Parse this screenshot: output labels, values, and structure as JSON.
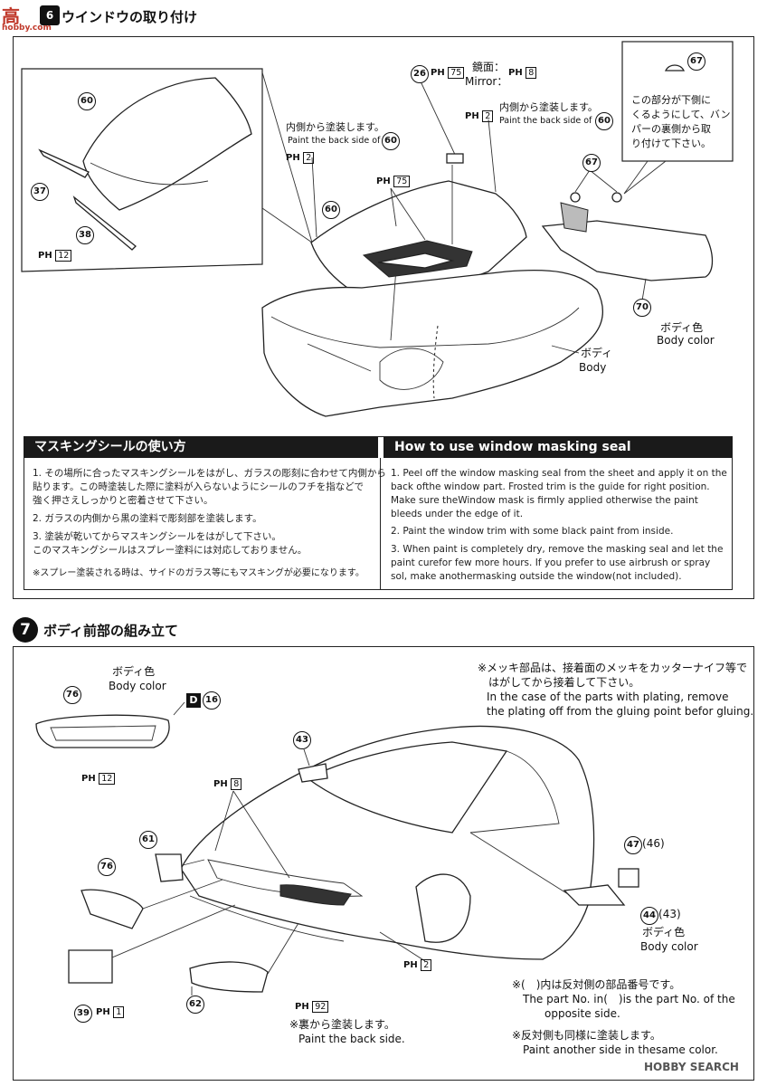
{
  "header": {
    "logo_text": "高",
    "logo_sub": "hobby.com",
    "step6_title": "ウインドウの取り付け",
    "step7_number": "7",
    "step7_title": "ボディ前部の組み立て"
  },
  "step6": {
    "inset_parts": {
      "p60": "60",
      "p37": "37",
      "p38": "38",
      "ph12": "12",
      "ph_prefix": "PH"
    },
    "p26": "26",
    "ph75_top": "75",
    "mirror_jp": "鏡面：",
    "mirror_en": "Mirror：",
    "ph8": "8",
    "back_side_jp_1": "内側から塗装します。",
    "back_side_en_1": "Paint the back side of",
    "p60_ref1": "60",
    "ph2_left": "2",
    "back_side_jp_2": "内側から塗装します。",
    "back_side_en_2": "Paint the back side of",
    "p60_ref2": "60",
    "ph2_right": "2",
    "ph75_mid": "75",
    "p60_main": "60",
    "p67_top": "67",
    "p67_note_lines": [
      "この部分が下側に",
      "くるようにして、バン",
      "パーの裏側から取",
      "り付けて下さい。"
    ],
    "p67_mid": "67",
    "p70": "70",
    "body_color_jp": "ボディ色",
    "body_color_en": "Body color",
    "body_jp": "ボディ",
    "body_en": "Body"
  },
  "masking": {
    "jp_title": "マスキングシールの使い方",
    "en_title": "How to use window masking seal",
    "jp_items": [
      "1. その場所に合ったマスキングシールをはがし、ガラスの彫刻に合わせて内側から",
      "    貼ります。この時塗装した際に塗料が入らないようにシールのフチを指などで",
      "    強く押さえしっかりと密着させて下さい。",
      "2. ガラスの内側から黒の塗料で彫刻部を塗装します。",
      "3. 塗装が乾いてからマスキングシールをはがして下さい。",
      "    このマスキングシールはスプレー塗料には対応しておりません。",
      "※スプレー塗装される時は、サイドのガラス等にもマスキングが必要になります。"
    ],
    "en_items": [
      "1. Peel off the window masking seal from the sheet and apply it on the",
      "    back ofthe window part. Frosted trim is the guide for right position.",
      "    Make sure theWindow mask is firmly applied otherwise the paint",
      "    bleeds under the edge of it.",
      "2. Paint the window trim with some black paint from inside.",
      "3. When paint is completely dry, remove the masking seal and let the",
      "    paint curefor few more hours. If you prefer to use airbrush or spray",
      "    sol, make anothermasking outside the window(not included)."
    ]
  },
  "step7": {
    "body_color_jp": "ボディ色",
    "body_color_en": "Body color",
    "p76_top": "76",
    "d_label": "D",
    "d_num": "16",
    "ph12": "12",
    "plating_jp_1": "※メッキ部品は、接着面のメッキをカッターナイフ等で",
    "plating_jp_2": "はがしてから接着して下さい。",
    "plating_en_1": "In the case of the parts with plating, remove",
    "plating_en_2": "the plating off from the gluing point befor gluing.",
    "p43_top": "43",
    "ph8": "8",
    "p61": "61",
    "p76_mid": "76",
    "p47": "47",
    "p46": "46",
    "p44": "44",
    "p43_mid": "43",
    "body_color2_jp": "ボディ色",
    "body_color2_en": "Body color",
    "ph2": "2",
    "p62": "62",
    "p39": "39",
    "ph1": "1",
    "ph92": "92",
    "back_jp": "※裏から塗装します。",
    "back_en": "Paint the back side.",
    "note1_jp": "※(　)内は反対側の部品番号です。",
    "note1_en_1": "The part No. in(　)is the part No. of the",
    "note1_en_2": "opposite side.",
    "note2_jp": "※反対側も同様に塗装します。",
    "note2_en": "Paint another side in thesame color."
  },
  "watermark": "HOBBY SEARCH"
}
